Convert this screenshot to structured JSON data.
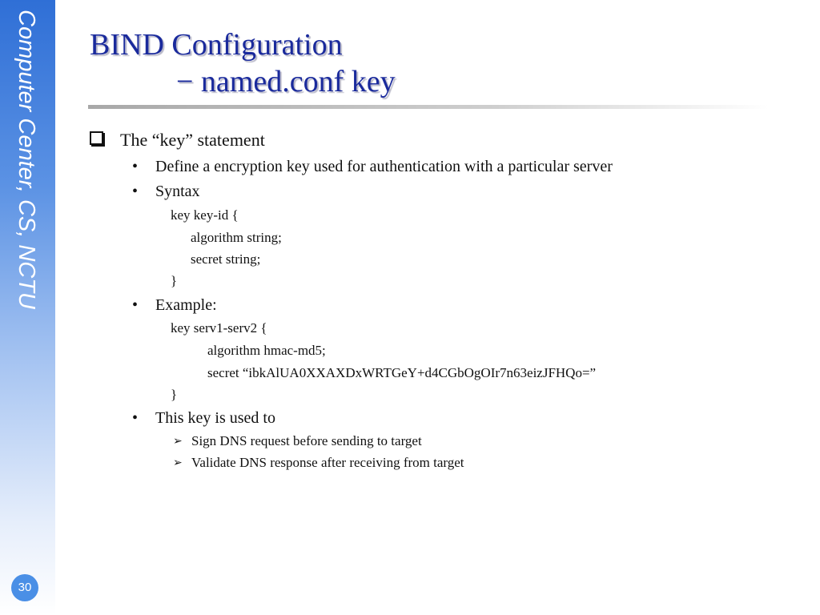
{
  "sidebar": {
    "text": "Computer Center, CS, NCTU",
    "page_number": "30"
  },
  "slide": {
    "title_line1": "BIND Configuration",
    "title_line2": "− named.conf  key",
    "main_bullet": "The “key” statement",
    "item_define": "Define a encryption key used for authentication with a particular server",
    "item_syntax": "Syntax",
    "syntax_lines": [
      "key key-id {",
      "algorithm string;",
      "secret string;",
      "}"
    ],
    "item_example": "Example:",
    "example_lines": [
      "key serv1-serv2 {",
      "algorithm hmac-md5;",
      "secret “ibkAlUA0XXAXDxWRTGeY+d4CGbOgOIr7n63eizJFHQo=”",
      "}"
    ],
    "item_used": "This key is used to",
    "used_subitems": [
      "Sign DNS request before sending to target",
      "Validate DNS response after receiving from target"
    ]
  }
}
